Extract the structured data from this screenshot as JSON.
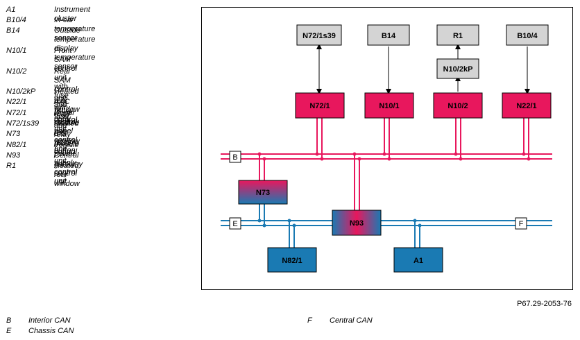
{
  "legend": [
    {
      "code": "A1",
      "desc": "Instrument cluster"
    },
    {
      "code": "B10/4",
      "desc": "In-car temperature sensor"
    },
    {
      "code": "B14",
      "desc": "Outside temperature display\ntemperature sensor"
    },
    {
      "code": "N10/1",
      "desc": "Front SAM control unit with fuse\nand relay module"
    },
    {
      "code": "N10/2",
      "desc": "Rear SAM control unit with fuse\nand relay module"
    },
    {
      "code": "N10/2kP",
      "desc": "Heated rear window relay"
    },
    {
      "code": "N22/1",
      "desc": "AAC [KLA] control unit"
    },
    {
      "code": "N72/1",
      "desc": "Upper control panel control unit"
    },
    {
      "code": "N72/1s39",
      "desc": "Heated rear window button"
    },
    {
      "code": "N73",
      "desc": "EIS [EZS] control unit"
    },
    {
      "code": "N82/1",
      "desc": "Vehicle power supply control unit"
    },
    {
      "code": "N93",
      "desc": "Central gateway control unit"
    },
    {
      "code": "R1",
      "desc": "Heated rear window"
    }
  ],
  "diagram": {
    "sensors": {
      "n72_1s39": "N72/1s39",
      "b14": "B14",
      "r1": "R1",
      "b10_4": "B10/4",
      "n10_2kp": "N10/2kP"
    },
    "units": {
      "n72_1": "N72/1",
      "n10_1": "N10/1",
      "n10_2": "N10/2",
      "n22_1": "N22/1",
      "n73": "N73",
      "n93": "N93",
      "n82_1": "N82/1",
      "a1": "A1"
    },
    "bus_labels": {
      "b": "B",
      "e": "E",
      "f": "F"
    },
    "colors": {
      "interior_can": "#e8175d",
      "chassis_can": "#1a7ab3",
      "sensor_box": "#d4d4d4"
    }
  },
  "figure_ref": "P67.29-2053-76",
  "footer": [
    {
      "code": "B",
      "desc": "Interior CAN"
    },
    {
      "code": "E",
      "desc": "Chassis CAN"
    },
    {
      "code": "F",
      "desc": "Central CAN"
    }
  ]
}
